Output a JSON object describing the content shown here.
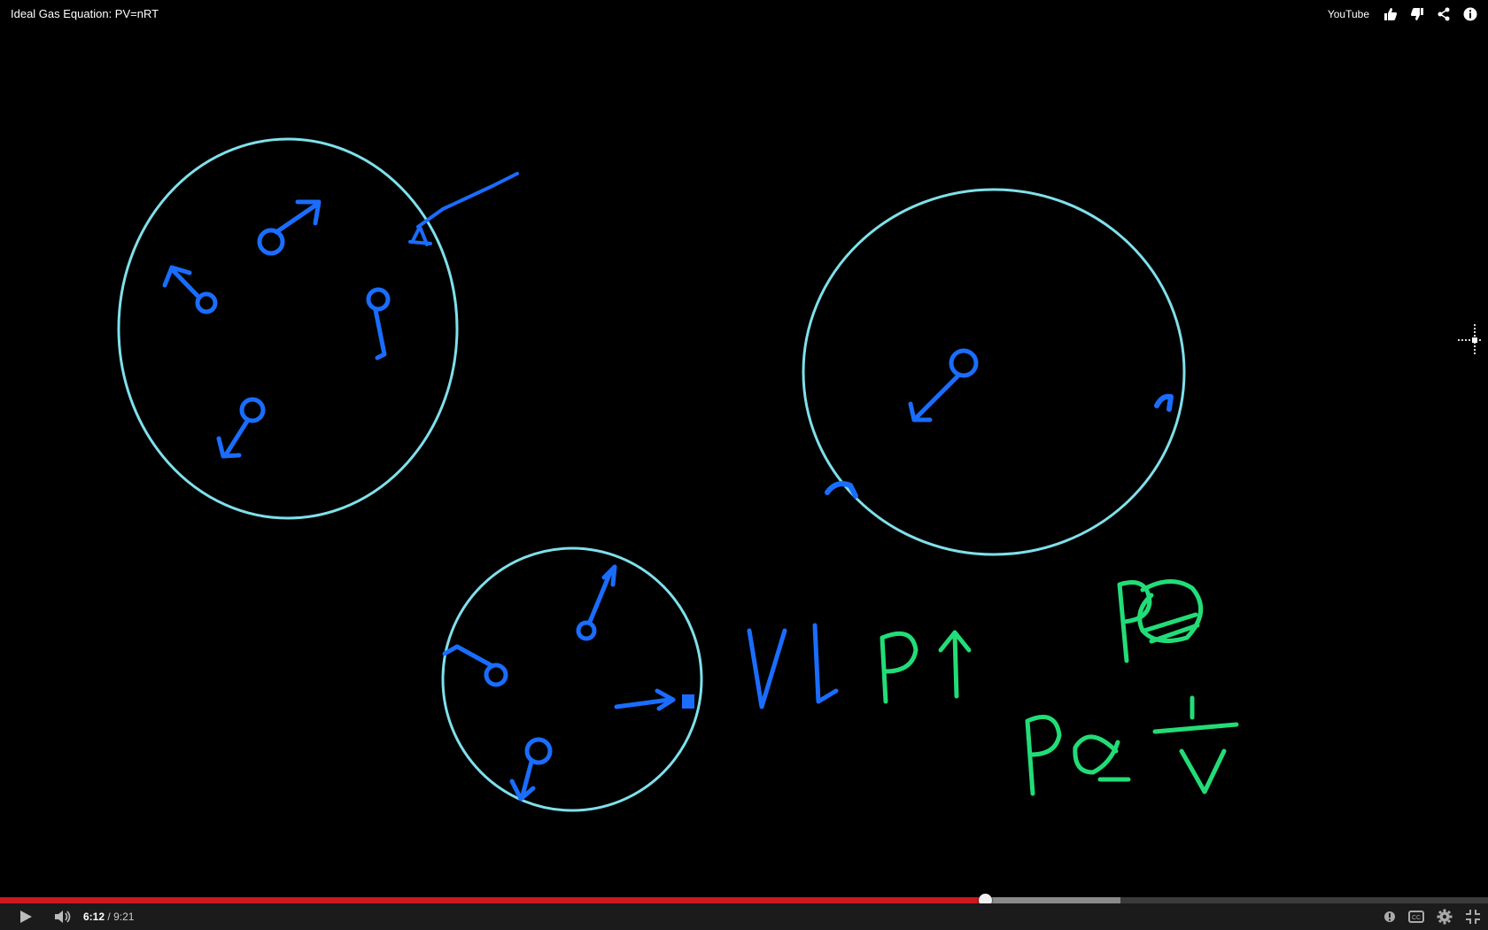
{
  "window": {
    "title": "Ideal Gas Equation: PV=nRT"
  },
  "top_bar": {
    "youtube_label": "YouTube"
  },
  "player": {
    "current_time": "6:12",
    "separator": "/",
    "duration": "9:21",
    "played_fraction": 0.662,
    "buffered_fraction": 0.753
  },
  "drawing": {
    "board_color": "#000000",
    "container_color": "#7fe0ea",
    "particle_color": "#1a6dff",
    "formula_color": "#22dd77"
  }
}
